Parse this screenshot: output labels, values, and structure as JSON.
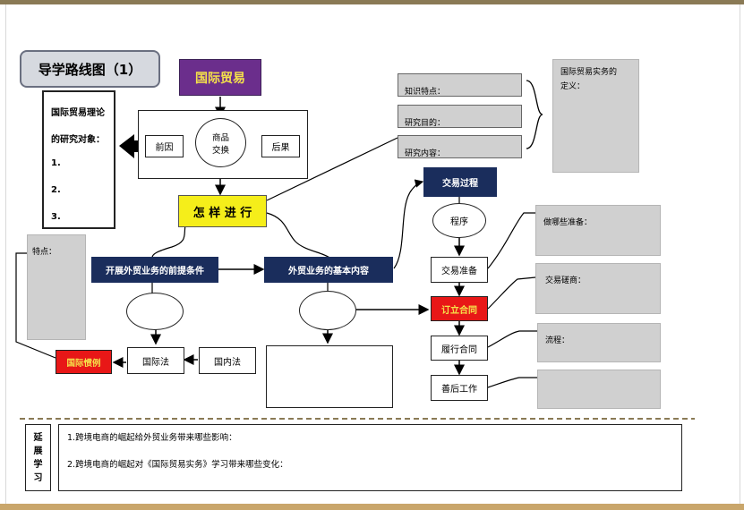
{
  "title": "导学路线图（1）",
  "top_node": "国际贸易",
  "theory_box": {
    "line1": "国际贸易理论",
    "line2": "的研究对象：",
    "items": [
      "1.",
      "2.",
      "3."
    ]
  },
  "exchange": {
    "cause": "前因",
    "center_line1": "商品",
    "center_line2": "交换",
    "effect": "后果"
  },
  "how": "怎 样 进 行",
  "knowledge": {
    "feature": "知识特点：",
    "purpose": "研究目的：",
    "content": "研究内容："
  },
  "definition": {
    "line1": "国际贸易实务的",
    "line2": "定义："
  },
  "trade_process": "交易过程",
  "procedure": "程序",
  "precondition": "开展外贸业务的前提条件",
  "basic_content": "外贸业务的基本内容",
  "feature_label": "特点：",
  "practice": "国际惯例",
  "intl_law": "国际法",
  "domestic_law": "国内法",
  "steps": [
    "交易准备",
    "订立合同",
    "履行合同",
    "善后工作"
  ],
  "side_notes": {
    "prep": "做哪些准备：",
    "negotiate": "交易磋商：",
    "flow": "流程："
  },
  "extended": {
    "label_chars": [
      "延",
      "展",
      "学",
      "习"
    ],
    "q1": "1.跨境电商的崛起给外贸业务带来哪些影响：",
    "q2": "2.跨境电商的崛起对《国际贸易实务》学习带来哪些变化："
  }
}
